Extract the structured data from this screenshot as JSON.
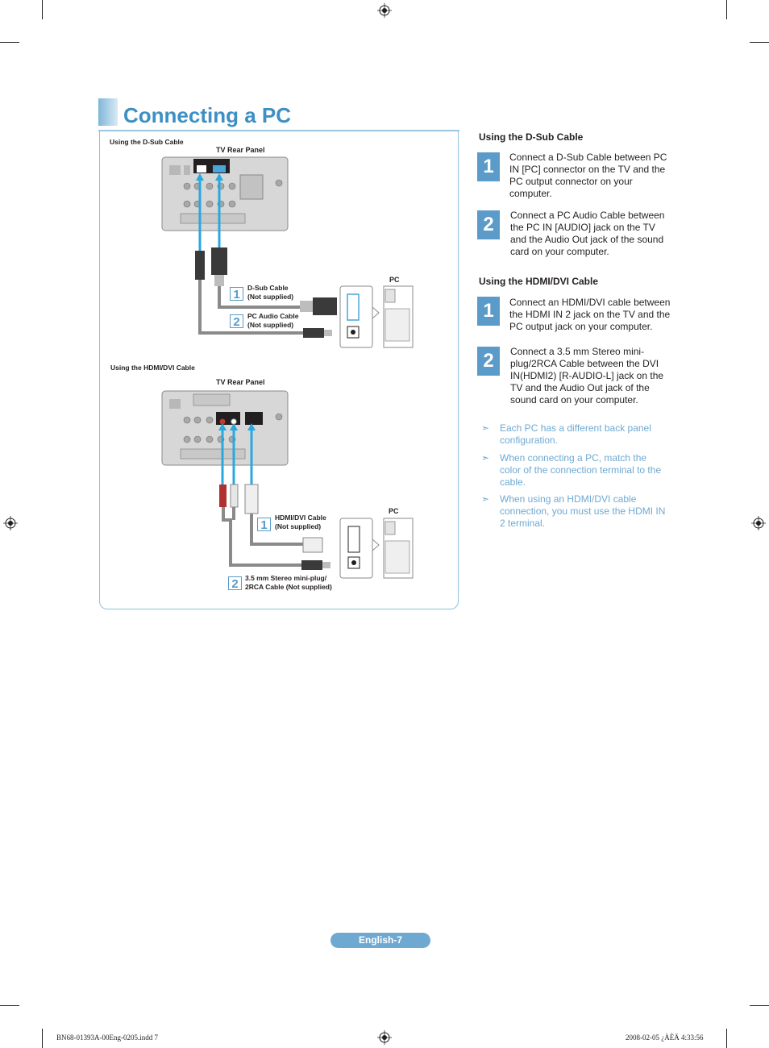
{
  "title": "Connecting a PC",
  "diagram": {
    "dsub_section_label": "Using the D-Sub Cable",
    "hdmi_section_label": "Using the HDMI/DVI Cable",
    "tv_rear_panel": "TV Rear Panel",
    "pc_label": "PC",
    "dsub_callouts": [
      {
        "number": "1",
        "text_line1": "D-Sub Cable",
        "text_line2": "(Not supplied)"
      },
      {
        "number": "2",
        "text_line1": "PC Audio Cable",
        "text_line2": "(Not supplied)"
      }
    ],
    "hdmi_callouts": [
      {
        "number": "1",
        "text_line1": "HDMI/DVI Cable",
        "text_line2": "(Not supplied)"
      },
      {
        "number": "2",
        "text_line1": "3.5 mm Stereo mini-plug/",
        "text_line2": "2RCA Cable (Not supplied)"
      }
    ]
  },
  "dsub": {
    "heading": "Using the D-Sub Cable",
    "steps": [
      {
        "number": "1",
        "text": "Connect a D-Sub Cable between PC IN [PC] connector on the TV and the PC output connector on your computer."
      },
      {
        "number": "2",
        "text": "Connect a PC Audio Cable between the PC IN [AUDIO] jack on the TV and the Audio Out jack of the sound card on your computer."
      }
    ]
  },
  "hdmi": {
    "heading": "Using the HDMI/DVI Cable",
    "steps": [
      {
        "number": "1",
        "text": "Connect an HDMI/DVI cable between the HDMI IN 2 jack on the TV and the PC output jack on your computer."
      },
      {
        "number": "2",
        "text": "Connect a 3.5 mm Stereo mini-plug/2RCA Cable between the DVI IN(HDMI2) [R-AUDIO-L] jack on the TV and the Audio Out jack of the sound card on your computer."
      }
    ]
  },
  "notes": [
    "Each PC has a different back panel configuration.",
    "When connecting a PC, match the color of the connection terminal to the cable.",
    "When using an HDMI/DVI cable connection, you must use the HDMI IN 2 terminal."
  ],
  "note_marker": "➣",
  "footer": "English-7",
  "print_file": "BN68-01393A-00Eng-0205.indd   7",
  "print_date": "2008-02-05   ¿ÀÈÄ 4:33:56",
  "colors": {
    "accent": "#5b9bc9",
    "title": "#3d8fc4",
    "note": "#6fa9d2",
    "cable_blue": "#29a8e0"
  }
}
